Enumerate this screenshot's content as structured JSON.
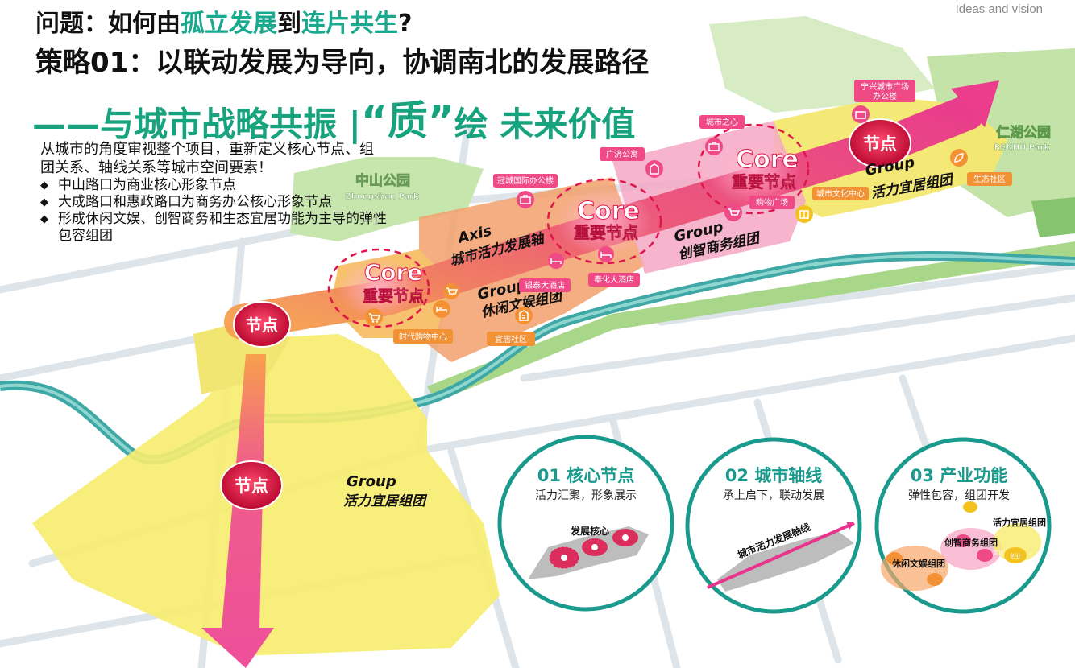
{
  "header": {
    "question_prefix": "问题：如何由",
    "question_hl1": "孤立发展",
    "question_mid": "到",
    "question_hl2": "连片共生",
    "question_suffix": "?",
    "strategy": "策略01：以联动发展为导向，协调南北的发展路径",
    "tagline_a": "——与城市战略共振 |",
    "tagline_quote": "“质”",
    "tagline_b": "绘  未来价值",
    "corner_tag": "Ideas and vision"
  },
  "description": {
    "intro": "从城市的角度审视整个项目，重新定义核心节点、组团关系、轴线关系等城市空间要素！",
    "bullets": [
      "中山路口为商业核心形象节点",
      "大成路口和惠政路口为商务办公核心形象节点",
      "形成休闲文娱、创智商务和生态宜居功能为主导的弹性包容组团"
    ]
  },
  "parks": {
    "zhongshan_cn": "中山公园",
    "zhongshan_en": "Zhongshan Park",
    "renhu_cn": "仁湖公园",
    "renhu_en": "RENHU Park"
  },
  "map_labels": {
    "core_word": "Core",
    "core_label": "重要节点",
    "node_label": "节点",
    "axis_word": "Axis",
    "axis_label": "城市活力发展轴",
    "group_word": "Group",
    "group_leisure": "休闲文娱组团",
    "group_business": "创智商务组团",
    "group_living": "活力宜居组团"
  },
  "poi": {
    "times_mall": "时代购物中心",
    "livable": "宜居社区",
    "yintai_hotel": "银泰大酒店",
    "fenghua_hotel": "奉化大酒店",
    "guancheng_office": "冠城国际办公楼",
    "guangji_apt": "广济公寓",
    "city_heart": "城市之心",
    "shopping_plaza": "购物广场",
    "culture_center": "城市文化中心",
    "eco_community": "生态社区",
    "ningxing_office_1": "宁兴城市广场",
    "ningxing_office_2": "办公楼"
  },
  "circles": [
    {
      "title": "01 核心节点",
      "subtitle": "活力汇聚，形象展示",
      "inner_label": "发展核心"
    },
    {
      "title": "02 城市轴线",
      "subtitle": "承上启下，联动发展",
      "inner_label": "城市活力发展轴线"
    },
    {
      "title": "03 产业功能",
      "subtitle": "弹性包容，组团开发",
      "inner_group_1": "活力宜居组团",
      "inner_group_2": "创智商务组团",
      "inner_group_3": "休闲文娱组团",
      "inner_small_1": "文化",
      "inner_small_2": "创业"
    }
  ],
  "colors": {
    "accent_green": "#1aa88f",
    "title_green": "#17a37e",
    "core_red": "#e0154b",
    "axis_pink": "#f0478a",
    "group_yellow": "#f7ec6e",
    "group_orange": "#f2a06b",
    "river_teal": "#3fa8a6",
    "park_green": "#b9dfa2"
  },
  "icons": [
    "shopping-cart-icon",
    "bed-icon",
    "building-icon",
    "briefcase-icon",
    "book-icon",
    "leaf-icon"
  ]
}
